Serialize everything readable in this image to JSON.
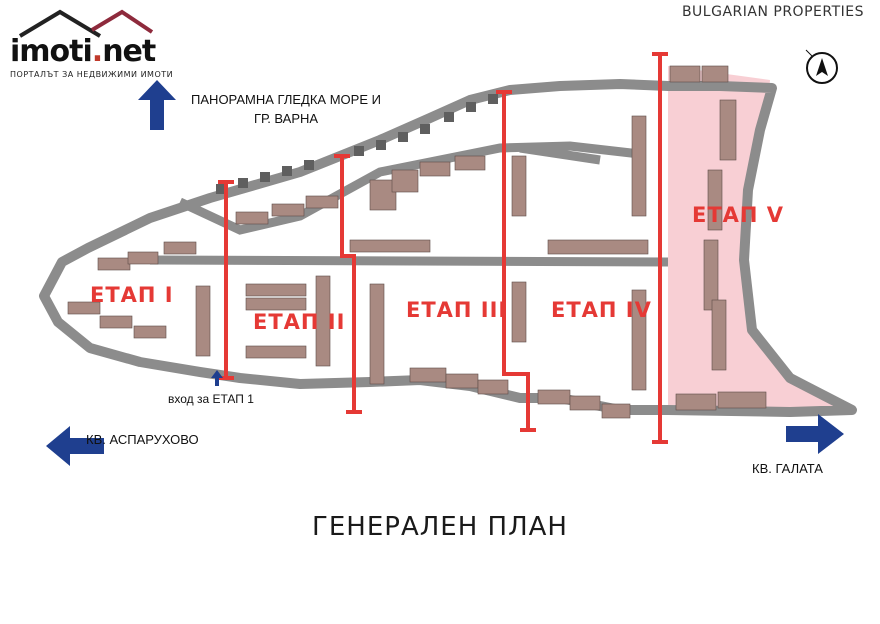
{
  "brand": {
    "logo_text": "imoti",
    "logo_dot": ".",
    "logo_suffix": "net",
    "tagline": "ПОРТАЛЪТ ЗА НЕДВИЖИМИ ИМОТИ",
    "watermark": "BULGARIAN PROPERTIES"
  },
  "labels": {
    "panorama": "ПАНОРАМНА ГЛЕДКА МОРЕ И",
    "panorama_line2": "ГР. ВАРНА",
    "entry": "вход за ЕТАП 1",
    "asparuhovo": "КВ. АСПАРУХОВО",
    "galata": "КВ. ГАЛАТА",
    "title": "ГЕНЕРАЛЕН ПЛАН"
  },
  "stages": {
    "etap1": "ЕТАП I",
    "etap2": "ЕТАП II",
    "etap3": "ЕТАП III",
    "etap4": "ЕТАП IV",
    "etap5": "ЕТАП V"
  },
  "colors": {
    "stage_red": "#e53935",
    "road_gray": "#8c8c8c",
    "building_brown": "#a98a82",
    "stage5_fill": "#f7c7cc",
    "arrow_blue": "#1f3f8f"
  },
  "compass": {
    "north_symbol": "N"
  }
}
